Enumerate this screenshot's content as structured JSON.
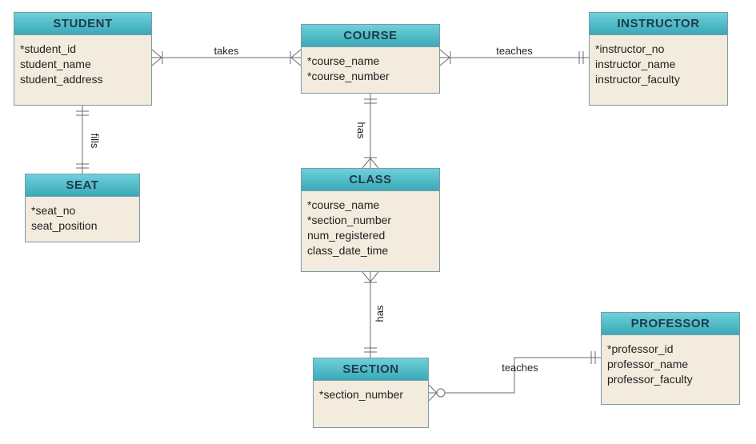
{
  "entities": {
    "student": {
      "title": "STUDENT",
      "attributes": [
        "*student_id",
        "student_name",
        "student_address"
      ]
    },
    "course": {
      "title": "COURSE",
      "attributes": [
        "*course_name",
        "*course_number"
      ]
    },
    "instructor": {
      "title": "INSTRUCTOR",
      "attributes": [
        "*instructor_no",
        "instructor_name",
        "instructor_faculty"
      ]
    },
    "seat": {
      "title": "SEAT",
      "attributes": [
        "*seat_no",
        "seat_position"
      ]
    },
    "class": {
      "title": "CLASS",
      "attributes": [
        "*course_name",
        "*section_number",
        "num_registered",
        "class_date_time"
      ]
    },
    "section": {
      "title": "SECTION",
      "attributes": [
        "*section_number"
      ]
    },
    "professor": {
      "title": "PROFESSOR",
      "attributes": [
        "*professor_id",
        "professor_name",
        "professor_faculty"
      ]
    }
  },
  "relationships": {
    "student_course": {
      "label": "takes"
    },
    "course_instructor": {
      "label": "teaches"
    },
    "student_seat": {
      "label": "fills"
    },
    "course_class": {
      "label": "has"
    },
    "class_section": {
      "label": "has"
    },
    "section_professor": {
      "label": "teaches"
    }
  },
  "colors": {
    "header_top": "#6fd0da",
    "header_bottom": "#3aa9b7",
    "body": "#f3ebdd",
    "border": "#7a9aa6",
    "line": "#6b6b6b"
  }
}
